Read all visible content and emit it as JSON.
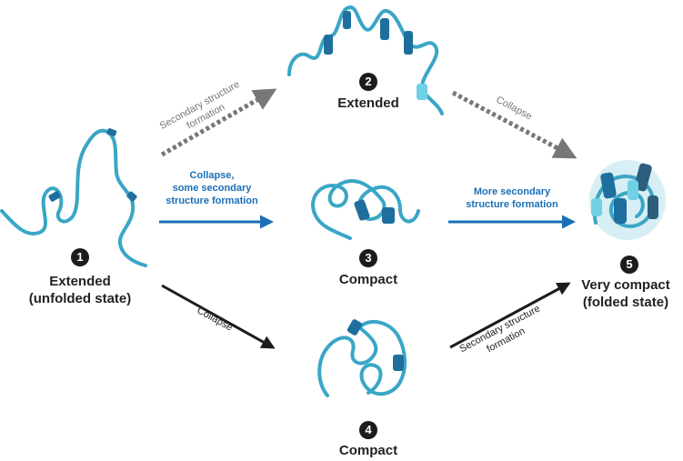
{
  "colors": {
    "chain": "#3aa6c6",
    "helix": "#1e6f9e",
    "helix_light": "#6fd0e6",
    "blue_arrow": "#1a6fb8",
    "grey_arrow": "#777777",
    "black_arrow": "#1c1c1c"
  },
  "states": [
    {
      "num": "1",
      "line1": "Extended",
      "line2": "(unfolded state)"
    },
    {
      "num": "2",
      "line1": "Extended",
      "line2": ""
    },
    {
      "num": "3",
      "line1": "Compact",
      "line2": ""
    },
    {
      "num": "4",
      "line1": "Compact",
      "line2": ""
    },
    {
      "num": "5",
      "line1": "Very compact",
      "line2": "(folded state)"
    }
  ],
  "arrows": {
    "a_1_2": {
      "line1": "Secondary structure",
      "line2": "formation"
    },
    "a_2_5": {
      "line1": "Collapse"
    },
    "a_1_3": {
      "line1": "Collapse,",
      "line2": "some secondary",
      "line3": "structure formation"
    },
    "a_3_5": {
      "line1": "More secondary",
      "line2": "structure formation"
    },
    "a_1_4": {
      "line1": "Collapse"
    },
    "a_4_5": {
      "line1": "Secondary structure",
      "line2": "formation"
    }
  }
}
